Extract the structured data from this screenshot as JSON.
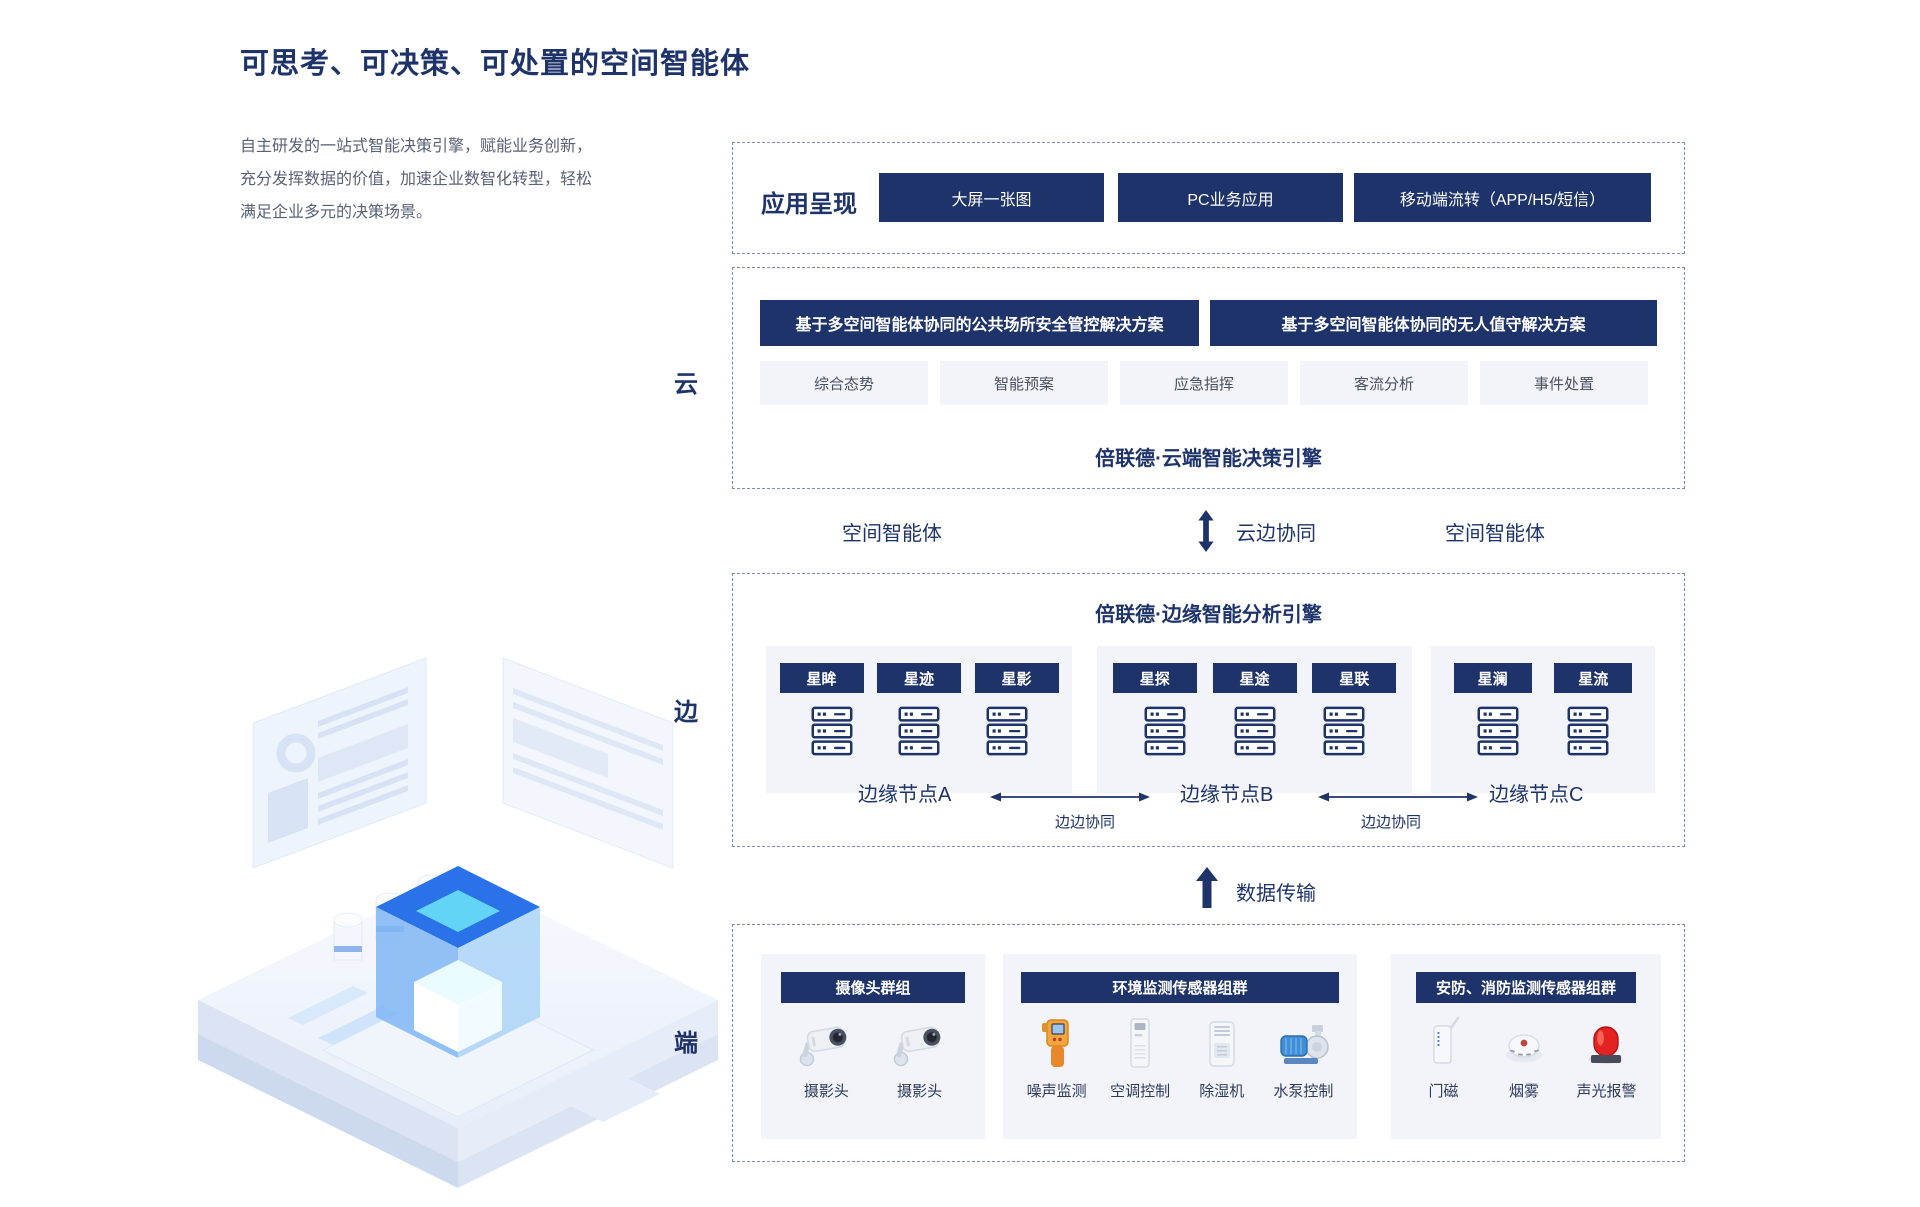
{
  "page": {
    "title": "可思考、可决策、可处置的空间智能体",
    "desc_lines": [
      "自主研发的一站式智能决策引擎，赋能业务创新，",
      "充分发挥数据的价值，加速企业数智化转型，轻松",
      "满足企业多元的决策场景。"
    ]
  },
  "layer_labels": {
    "cloud": "云",
    "edge": "边",
    "device": "端"
  },
  "app_layer": {
    "label": "应用呈现",
    "buttons": [
      "大屏一张图",
      "PC业务应用",
      "移动端流转（APP/H5/短信）"
    ]
  },
  "cloud_layer": {
    "solutions": [
      "基于多空间智能体协同的公共场所安全管控解决方案",
      "基于多空间智能体协同的无人值守解决方案"
    ],
    "features": [
      "综合态势",
      "智能预案",
      "应急指挥",
      "客流分析",
      "事件处置"
    ],
    "engine_title": "倍联德·云端智能决策引擎"
  },
  "sync_row": {
    "left": "空间智能体",
    "center": "云边协同",
    "right": "空间智能体"
  },
  "edge_layer": {
    "engine_title": "倍联德·边缘智能分析引擎",
    "groups": [
      {
        "chips": [
          "星眸",
          "星迹",
          "星影"
        ],
        "node": "边缘节点A"
      },
      {
        "chips": [
          "星探",
          "星途",
          "星联"
        ],
        "node": "边缘节点B"
      },
      {
        "chips": [
          "星澜",
          "星流"
        ],
        "node": "边缘节点C"
      }
    ],
    "edge_sync_label": "边边协同"
  },
  "transfer": {
    "label": "数据传输"
  },
  "device_layer": {
    "groups": [
      {
        "title": "摄像头群组",
        "devices": [
          {
            "name": "摄影头",
            "icon": "cctv-camera"
          },
          {
            "name": "摄影头",
            "icon": "cctv-camera"
          }
        ]
      },
      {
        "title": "环境监测传感器组群",
        "devices": [
          {
            "name": "噪声监测",
            "icon": "noise-meter"
          },
          {
            "name": "空调控制",
            "icon": "air-conditioner"
          },
          {
            "name": "除湿机",
            "icon": "dehumidifier"
          },
          {
            "name": "水泵控制",
            "icon": "water-pump"
          }
        ]
      },
      {
        "title": "安防、消防监测传感器组群",
        "devices": [
          {
            "name": "门磁",
            "icon": "door-magnet"
          },
          {
            "name": "烟雾",
            "icon": "smoke-detector"
          },
          {
            "name": "声光报警",
            "icon": "alarm-light"
          }
        ]
      }
    ]
  },
  "colors": {
    "navy": "#1E3369",
    "dashed_border": "#7A8BB5",
    "panel_bg": "#F2F4F9",
    "desc_text": "#5A6175"
  }
}
